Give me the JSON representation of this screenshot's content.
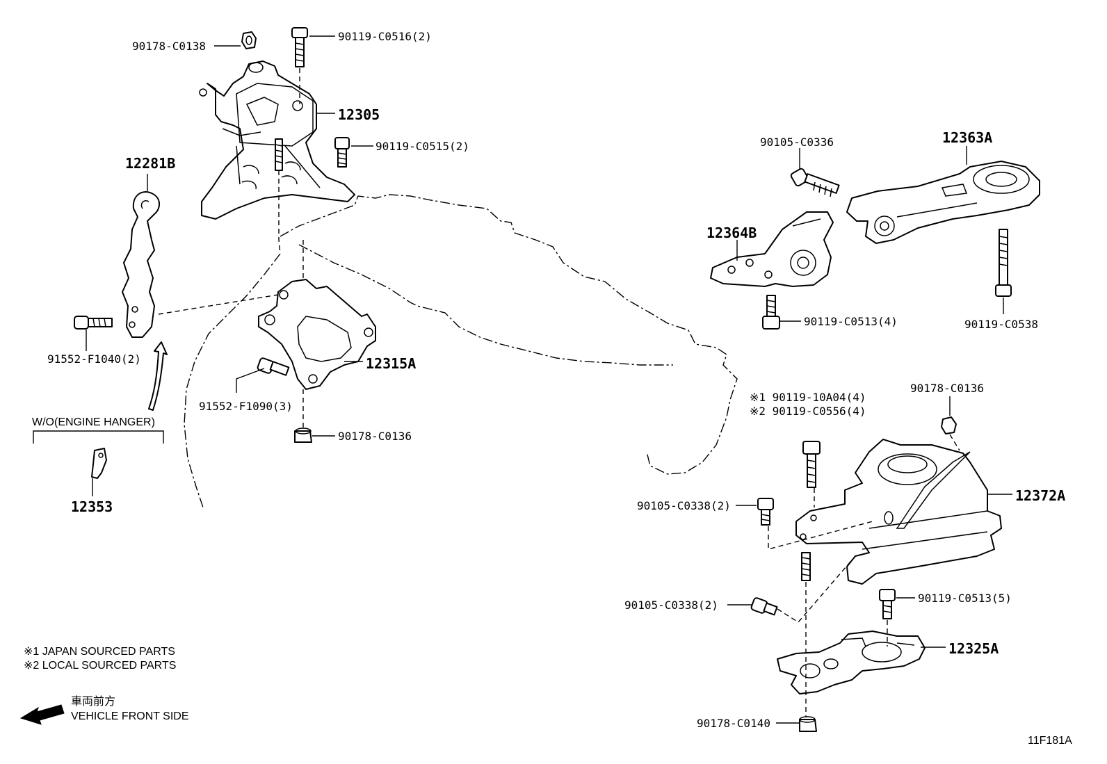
{
  "labels": {
    "p90178_c0138": "90178-C0138",
    "p90119_c0516": "90119-C0516(2)",
    "p12305": "12305",
    "p90119_c0515": "90119-C0515(2)",
    "p12281b": "12281B",
    "p91552_f1040": "91552-F1040(2)",
    "p12315a": "12315A",
    "p91552_f1090": "91552-F1090(3)",
    "p90178_c0136_left": "90178-C0136",
    "wo_engine_hanger": "W/O(ENGINE HANGER)",
    "p12353": "12353",
    "p90105_c0336": "90105-C0336",
    "p12363a": "12363A",
    "p12364b": "12364B",
    "p90119_c0513_4": "90119-C0513(4)",
    "p90119_c0538": "90119-C0538",
    "p90119_10a04": "※1  90119-10A04(4)",
    "p90119_c0556": "※2  90119-C0556(4)",
    "p90178_c0136_right": "90178-C0136",
    "p90105_c0338_upper": "90105-C0338(2)",
    "p12372a": "12372A",
    "p90105_c0338_lower": "90105-C0338(2)",
    "p90119_c0513_5": "90119-C0513(5)",
    "p12325a": "12325A",
    "p90178_c0140": "90178-C0140"
  },
  "notes": {
    "japan": "※1  JAPAN SOURCED PARTS",
    "local": "※2  LOCAL SOURCED PARTS",
    "front_jp": "車両前方",
    "front_en": "VEHICLE FRONT SIDE"
  },
  "figure_id": "11F181A"
}
